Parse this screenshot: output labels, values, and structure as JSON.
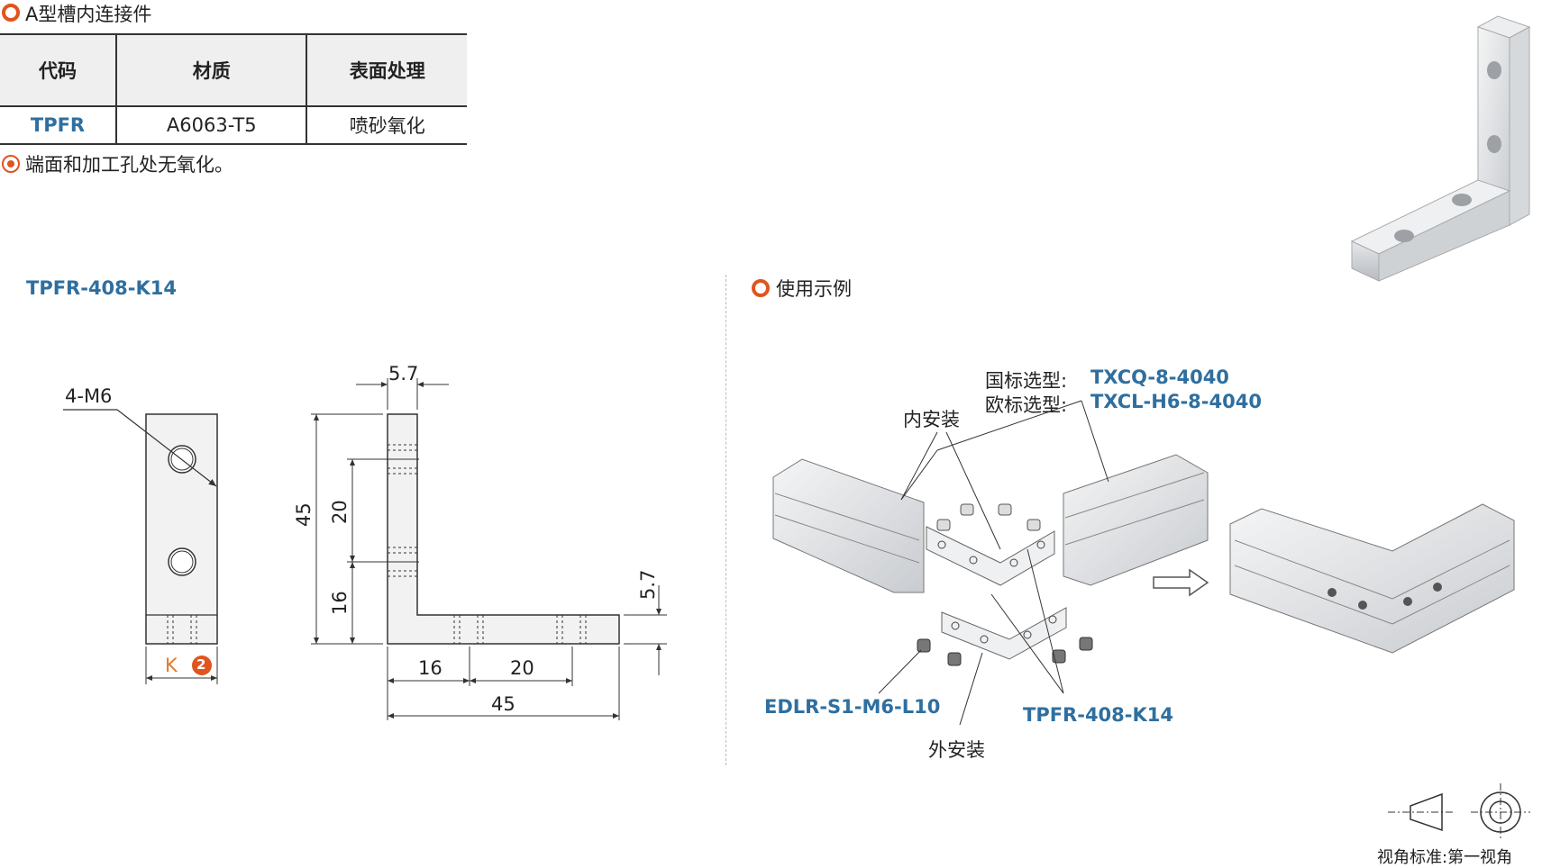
{
  "header": {
    "section_title": "A型槽内连接件",
    "note": "端面和加工孔处无氧化。"
  },
  "spec_table": {
    "columns": [
      "代码",
      "材质",
      "表面处理"
    ],
    "rows": [
      [
        "TPFR",
        "A6063-T5",
        "喷砂氧化"
      ]
    ]
  },
  "drawing": {
    "model_title": "TPFR-408-K14",
    "hole_label": "4-M6",
    "k_label": "K",
    "k_badge": "2",
    "dims": {
      "top_thickness": "5.7",
      "height": "45",
      "upper_pitch": "20",
      "lower_pitch": "16",
      "bottom_16": "16",
      "bottom_20": "20",
      "bottom_45": "45",
      "base_thickness": "5.7"
    }
  },
  "usage": {
    "title": "使用示例",
    "gb_label": "国标选型:",
    "gb_value": "TXCQ-8-4040",
    "eu_label": "欧标选型:",
    "eu_value": "TXCL-H6-8-4040",
    "inner_install": "内安装",
    "outer_install": "外安装",
    "screw_code": "EDLR-S1-M6-L10",
    "part_code": "TPFR-408-K14"
  },
  "view_standard": "视角标准:第一视角",
  "colors": {
    "accent": "#e0541f",
    "code_blue": "#2f6f9f"
  }
}
